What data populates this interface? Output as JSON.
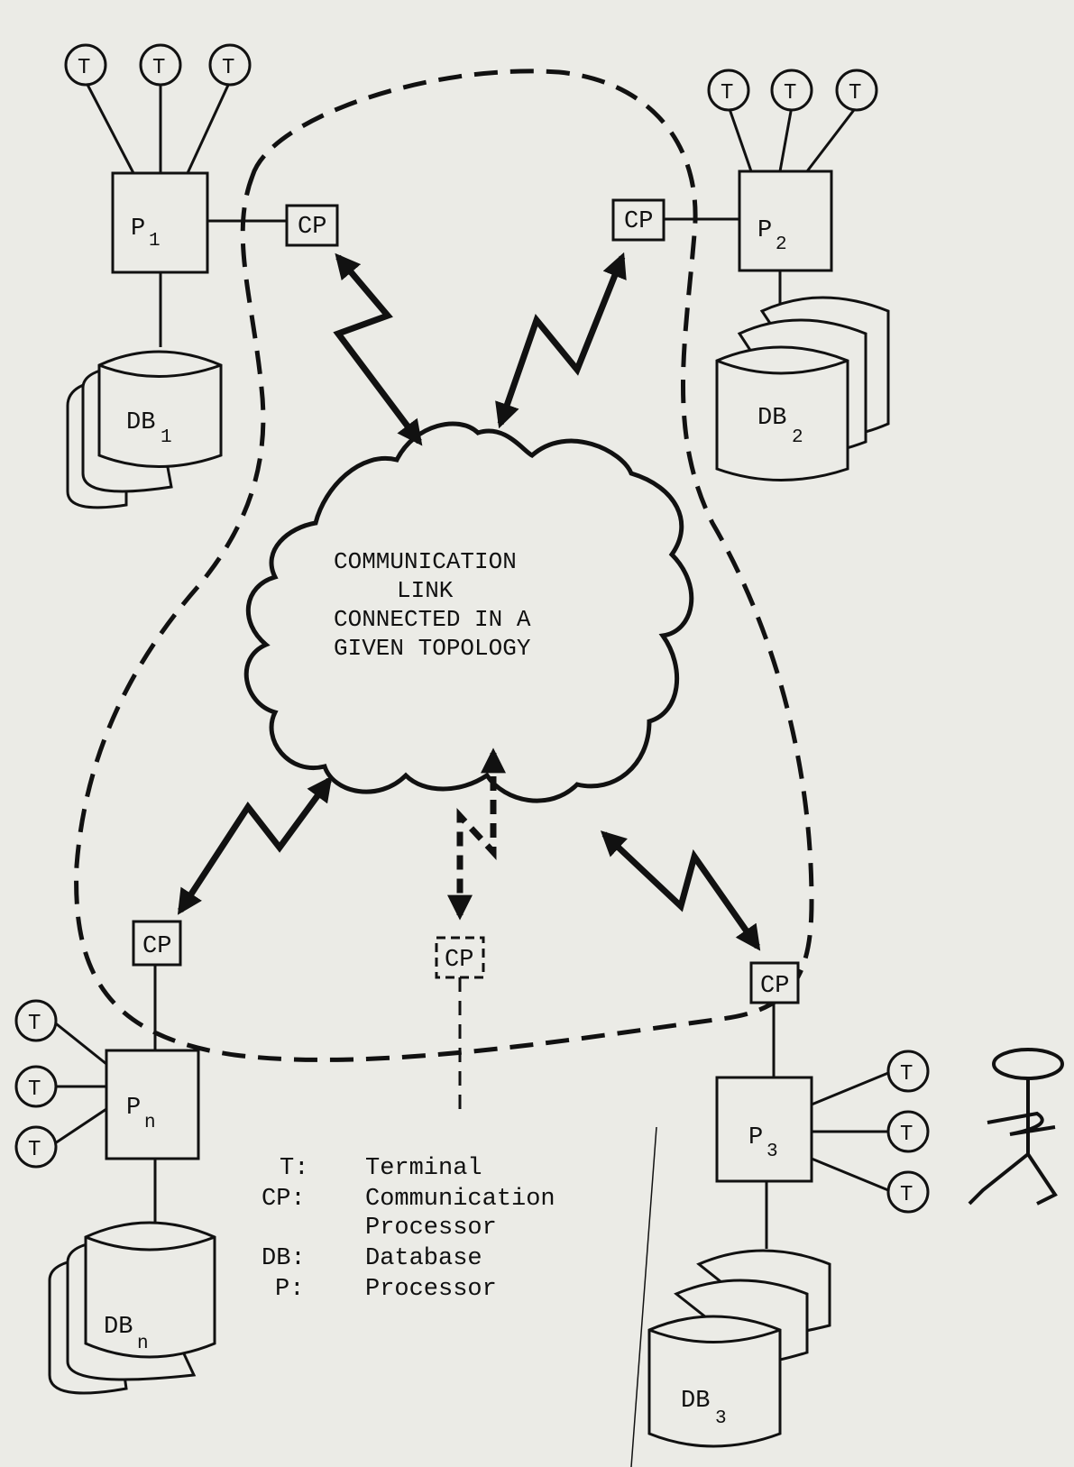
{
  "diagram": {
    "processors": [
      {
        "id": "p1",
        "label": "P",
        "sub": "1",
        "db": {
          "label": "DB",
          "sub": "1"
        }
      },
      {
        "id": "p2",
        "label": "P",
        "sub": "2",
        "db": {
          "label": "DB",
          "sub": "2"
        }
      },
      {
        "id": "p3",
        "label": "P",
        "sub": "3",
        "db": {
          "label": "DB",
          "sub": "3"
        }
      },
      {
        "id": "pn",
        "label": "P",
        "sub": "n",
        "db": {
          "label": "DB",
          "sub": "n"
        }
      }
    ],
    "terminal_label": "T",
    "cp_label": "CP",
    "cloud_lines": [
      "COMMUNICATION",
      "LINK",
      "CONNECTED IN A",
      "GIVEN TOPOLOGY"
    ],
    "legend": [
      {
        "key": "T:",
        "value": "Terminal"
      },
      {
        "key": "CP:",
        "value": "Communication"
      },
      {
        "key": "",
        "value": "Processor"
      },
      {
        "key": "DB:",
        "value": "Database"
      },
      {
        "key": "P:",
        "value": "Processor"
      }
    ]
  }
}
